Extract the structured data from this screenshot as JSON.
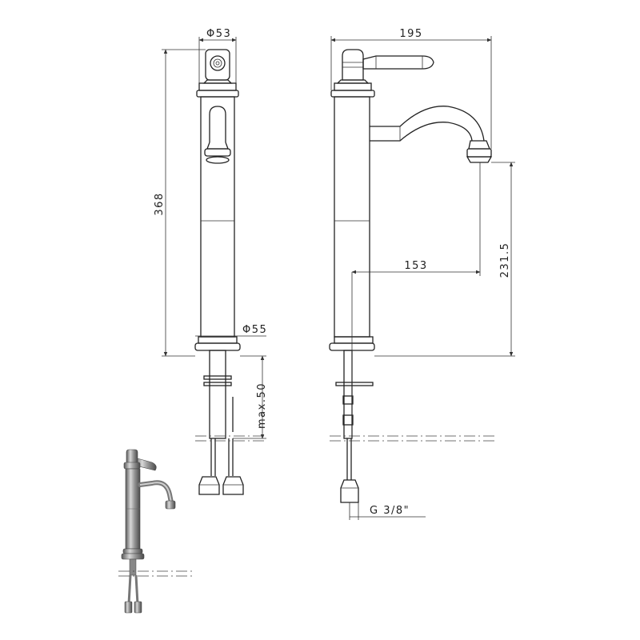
{
  "dimensions": {
    "top_diameter": "Φ53",
    "height": "368",
    "base_diameter": "Φ55",
    "max_thickness": "max.50",
    "width": "195",
    "reach": "153",
    "spout_height": "231.5",
    "connection": "G 3/8\""
  },
  "colors": {
    "line": "#222222",
    "render_body": "#8a8a8a"
  }
}
